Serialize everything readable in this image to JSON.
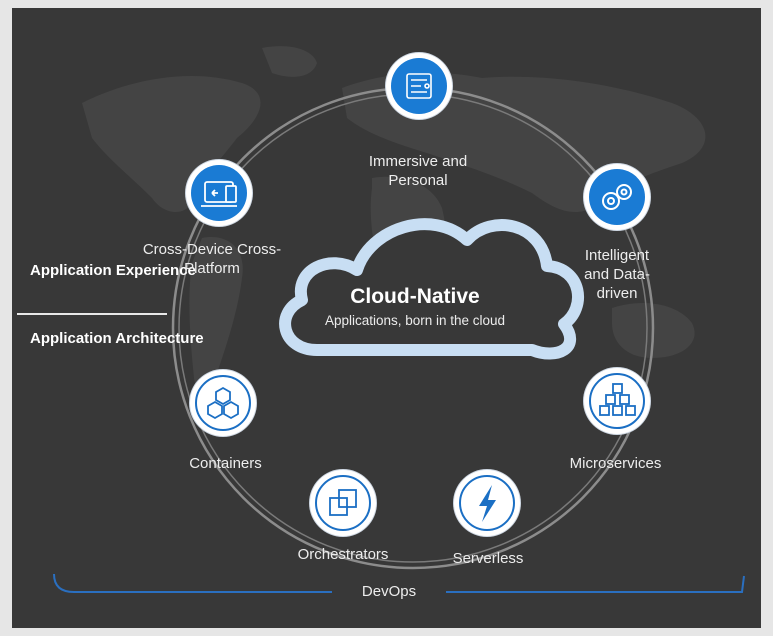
{
  "side": {
    "experience": "Application Experience",
    "architecture": "Application Architecture"
  },
  "cloud": {
    "title": "Cloud-Native",
    "subtitle": "Applications, born in the cloud"
  },
  "nodes": {
    "immersive": "Immersive and Personal",
    "cross_device": "Cross-Device Cross-Platform",
    "intelligent": "Intelligent and Data-driven",
    "containers": "Containers",
    "microservices": "Microservices",
    "orchestrators": "Orchestrators",
    "serverless": "Serverless"
  },
  "footer": {
    "devops": "DevOps"
  },
  "colors": {
    "accent": "#1a7bd4",
    "cloud_outline": "#c8def3",
    "background": "#383838"
  },
  "icons": [
    "circuit-icon",
    "device-sync-icon",
    "gears-icon",
    "hexagons-icon",
    "cubes-icon",
    "overlapping-squares-icon",
    "lightning-icon"
  ]
}
